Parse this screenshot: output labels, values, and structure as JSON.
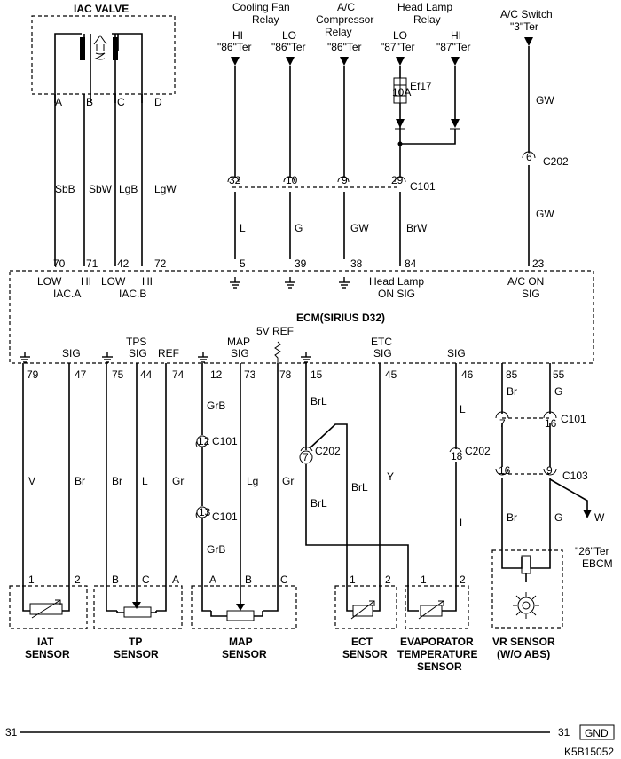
{
  "iac_valve": {
    "title": "IAC VALVE",
    "pins": [
      "A",
      "B",
      "C",
      "D"
    ],
    "wires": [
      "SbB",
      "SbW",
      "LgB",
      "LgW"
    ],
    "ecm_pins": [
      "70",
      "71",
      "42",
      "72"
    ],
    "pin_labels": [
      "LOW",
      "HI",
      "LOW",
      "HI"
    ],
    "groups": [
      "IAC.A",
      "IAC.B"
    ]
  },
  "relays": {
    "cooling_fan": [
      "Cooling Fan",
      "Relay"
    ],
    "ac_compressor": [
      "A/C",
      "Compressor",
      "Relay"
    ],
    "head_lamp": [
      "Head Lamp",
      "Relay"
    ],
    "terminals": [
      [
        "HI",
        "\"86\"Ter"
      ],
      [
        "LO",
        "\"86\"Ter"
      ],
      [
        "\"86\"Ter"
      ],
      [
        "LO",
        "\"87\"Ter"
      ],
      [
        "HI",
        "\"87\"Ter"
      ]
    ],
    "fuse": [
      "Ef17",
      "10A"
    ],
    "c101_pins": [
      "32",
      "10",
      "9",
      "29"
    ],
    "c101_label": "C101",
    "wires": [
      "L",
      "G",
      "GW",
      "BrW"
    ],
    "ecm_pins": [
      "5",
      "39",
      "38",
      "84"
    ],
    "head_lamp_sig": [
      "Head Lamp",
      "ON SIG"
    ]
  },
  "ac_switch": {
    "title": [
      "A/C Switch",
      "\"3\"Ter"
    ],
    "wire_top": "GW",
    "c202_pin": "6",
    "c202_label": "C202",
    "wire_bottom": "GW",
    "ecm_pin": "23",
    "sig": [
      "A/C ON",
      "SIG"
    ]
  },
  "ecm": {
    "title": "ECM(SIRIUS D32)"
  },
  "iat": {
    "ecm_pins": [
      "79",
      "47"
    ],
    "sig": "SIG",
    "wires": [
      "V",
      "Br"
    ],
    "pins": [
      "1",
      "2"
    ],
    "label": [
      "IAT",
      "SENSOR"
    ]
  },
  "tp": {
    "header": "TPS",
    "sig": [
      "SIG",
      "REF"
    ],
    "ecm_pins": [
      "75",
      "44",
      "74"
    ],
    "wires": [
      "Br",
      "L",
      "Gr"
    ],
    "pins": [
      "B",
      "C",
      "A"
    ],
    "label": [
      "TP",
      "SENSOR"
    ]
  },
  "map": {
    "header": "MAP",
    "ref_label": "5V REF",
    "sig": "SIG",
    "ecm_pins": [
      "12",
      "73",
      "78"
    ],
    "wires": [
      "GrB",
      "GrB",
      "Lg",
      "Gr"
    ],
    "c101_pins": [
      "12",
      "13"
    ],
    "c101_label": "C101",
    "pins": [
      "A",
      "B",
      "C"
    ],
    "label": [
      "MAP",
      "SENSOR"
    ]
  },
  "ect": {
    "header": "ETC",
    "sig": "SIG",
    "ecm_pins": [
      "15",
      "45"
    ],
    "wires": [
      "BrL",
      "BrL",
      "BrL",
      "Y"
    ],
    "c202_pin": "7",
    "c202_label": "C202",
    "pins": [
      "1",
      "2"
    ],
    "label": [
      "ECT",
      "SENSOR"
    ]
  },
  "evap": {
    "sig": "SIG",
    "ecm_pin": "46",
    "wires": [
      "L",
      "L"
    ],
    "c202_pin": "18",
    "c202_label": "C202",
    "pins": [
      "1",
      "2"
    ],
    "label": [
      "EVAPORATOR",
      "TEMPERATURE",
      "SENSOR"
    ]
  },
  "vr": {
    "ecm_pins": [
      "85",
      "55"
    ],
    "wires": [
      "Br",
      "G",
      "Br",
      "G",
      "W"
    ],
    "c101_pins": [
      "7",
      "16"
    ],
    "c101_label": "C101",
    "c103_pins": [
      "16",
      "9"
    ],
    "c103_label": "C103",
    "ebcm": [
      "\"26\"Ter",
      "EBCM"
    ],
    "label": [
      "VR SENSOR",
      "(W/O ABS)"
    ]
  },
  "ground": {
    "left": "31",
    "right": "31",
    "label": "GND"
  },
  "code": "K5B15052"
}
